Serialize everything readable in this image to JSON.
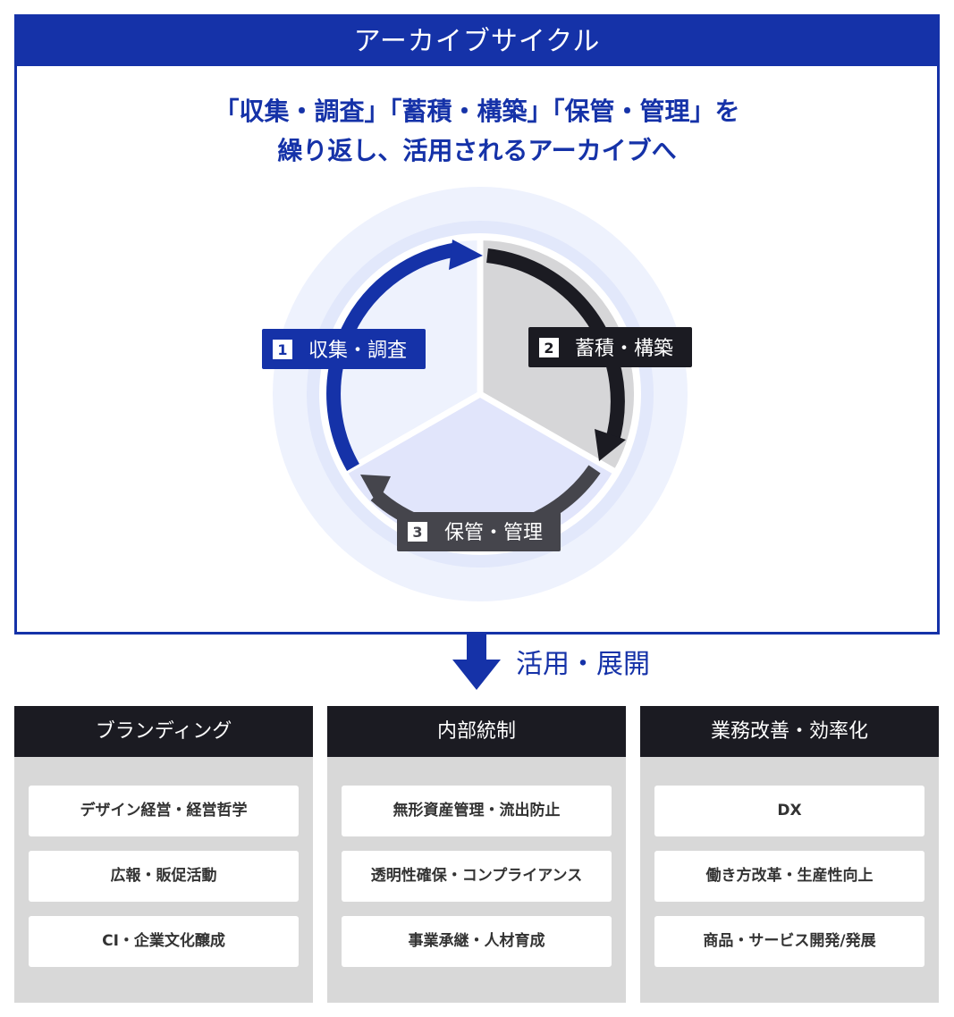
{
  "header": {
    "title": "アーカイブサイクル"
  },
  "tagline": {
    "line1": "「収集・調査」「蓄積・構築」「保管・管理」を",
    "line2": "繰り返し、活用されるアーカイブへ"
  },
  "cycle": {
    "steps": [
      {
        "number": "1",
        "label": "収集・調査"
      },
      {
        "number": "2",
        "label": "蓄積・構築"
      },
      {
        "number": "3",
        "label": "保管・管理"
      }
    ]
  },
  "usage": {
    "label": "活用・展開"
  },
  "categories": [
    {
      "title": "ブランディング",
      "items": [
        "デザイン経営・経営哲学",
        "広報・販促活動",
        "CI・企業文化醸成"
      ]
    },
    {
      "title": "内部統制",
      "items": [
        "無形資産管理・流出防止",
        "透明性確保・コンプライアンス",
        "事業承継・人材育成"
      ]
    },
    {
      "title": "業務改善・効率化",
      "items": [
        "DX",
        "働き方改革・生産性向上",
        "商品・サービス開発/発展"
      ]
    }
  ],
  "colors": {
    "brand_blue": "#1532a8",
    "dark": "#1b1b22",
    "dark_gray": "#45454c",
    "panel_gray": "#d8d8d8"
  }
}
